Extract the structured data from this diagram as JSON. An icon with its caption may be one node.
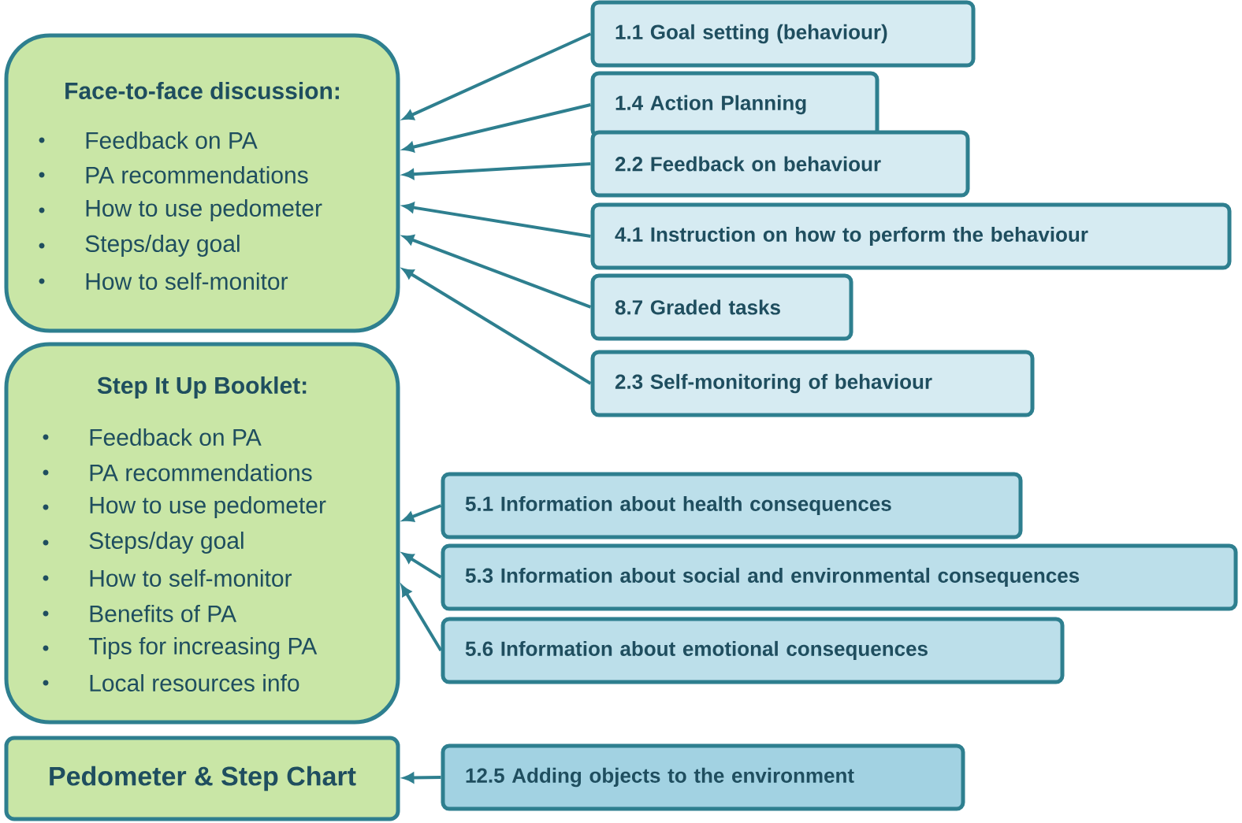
{
  "diagram": {
    "nodes": [
      {
        "text": [
          "Face-to-face discussion:",
          "Feedback on PA",
          "PA recommendations",
          "How to use pedometer",
          "Steps/day goal",
          "How to self-monitor"
        ]
      },
      {
        "text": [
          "Step It Up Booklet:",
          "Feedback on PA",
          "PA recommendations",
          "How to use pedometer",
          "Steps/day goal",
          "How to self-monitor",
          "Benefits of PA",
          "Tips for increasing PA",
          "Local resources info"
        ]
      },
      {
        "text": [
          "Pedometer & Step Chart"
        ]
      },
      {
        "text": [
          "1.1 Goal setting (behaviour)"
        ]
      },
      {
        "text": [
          "1.4 Action Planning"
        ]
      },
      {
        "text": [
          "2.2 Feedback on behaviour"
        ]
      },
      {
        "text": [
          "4.1 Instruction on how to perform the behaviour"
        ]
      },
      {
        "text": [
          "8.7 Graded tasks"
        ]
      },
      {
        "text": [
          "2.3 Self-monitoring of behaviour"
        ]
      },
      {
        "text": [
          "5.1 Information about health consequences"
        ]
      },
      {
        "text": [
          "5.3 Information about social and environmental consequences"
        ]
      },
      {
        "text": [
          "5.6 Information about emotional consequences"
        ]
      },
      {
        "text": [
          "12.5 Adding objects to the environment"
        ]
      }
    ],
    "edges": [
      {
        "from": 3,
        "to": 0,
        "arrow": "to"
      },
      {
        "from": 4,
        "to": 0,
        "arrow": "to"
      },
      {
        "from": 5,
        "to": 0,
        "arrow": "to"
      },
      {
        "from": 6,
        "to": 0,
        "arrow": "to"
      },
      {
        "from": 7,
        "to": 0,
        "arrow": "to"
      },
      {
        "from": 8,
        "to": 0,
        "arrow": "to"
      },
      {
        "from": 9,
        "to": 1,
        "arrow": "to"
      },
      {
        "from": 10,
        "to": 1,
        "arrow": "to"
      },
      {
        "from": 11,
        "to": 1,
        "arrow": "to"
      },
      {
        "from": 12,
        "to": 2,
        "arrow": "to"
      }
    ]
  }
}
